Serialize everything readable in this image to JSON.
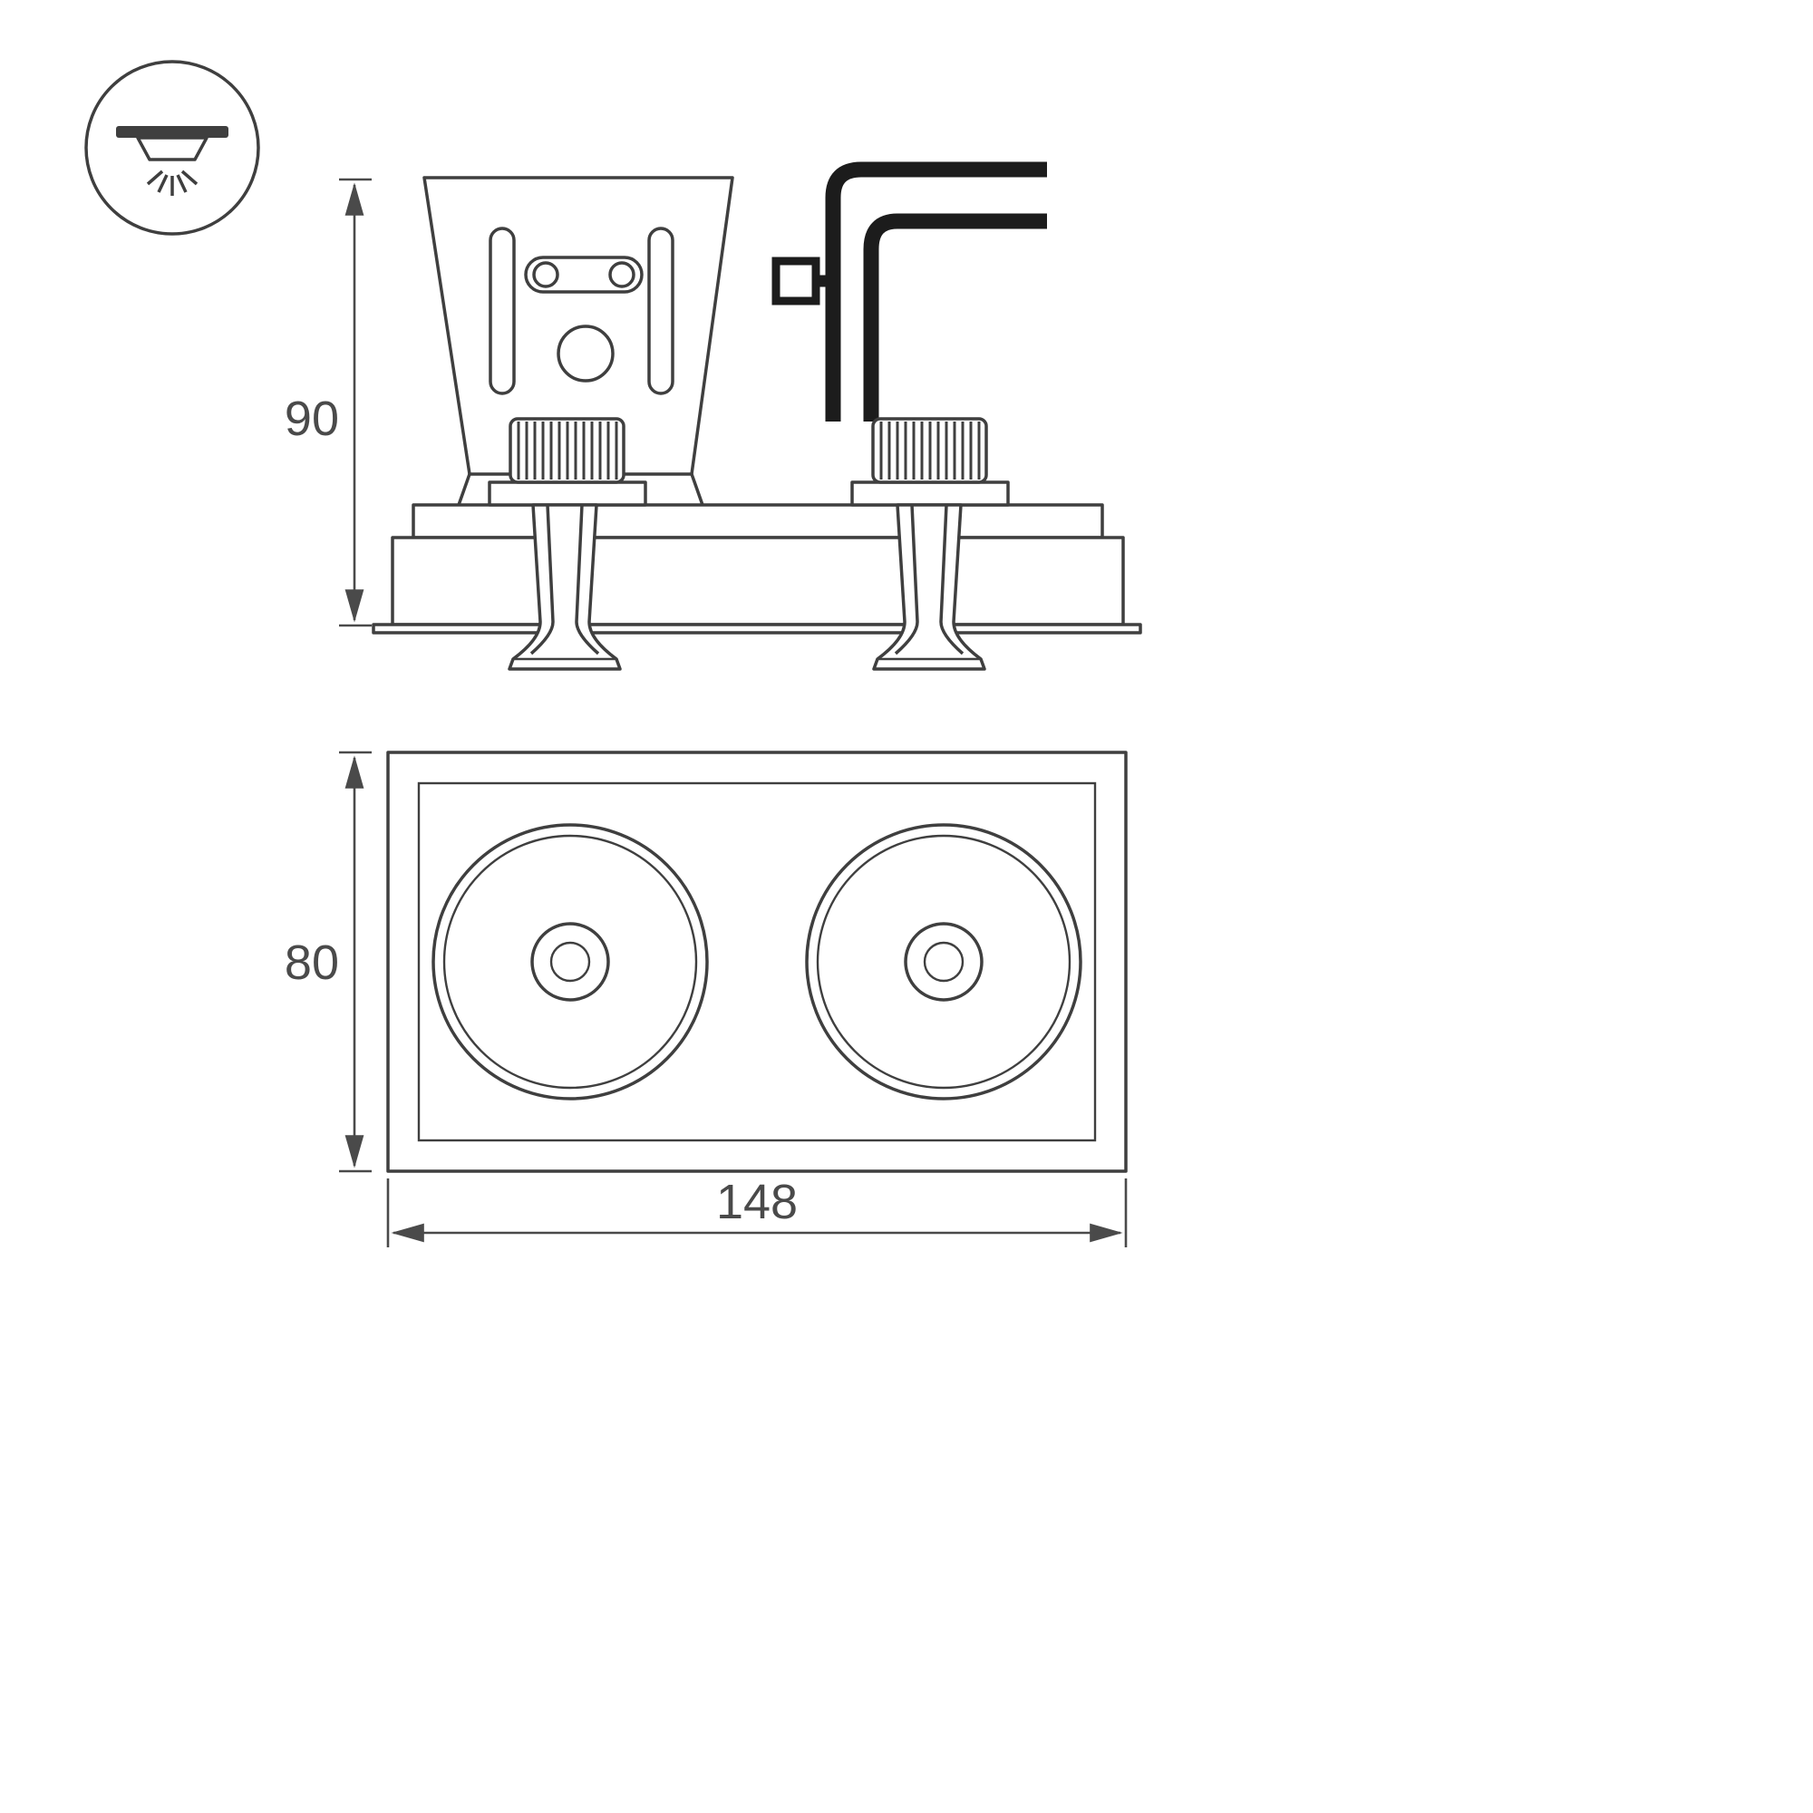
{
  "dimensions": {
    "side_height": "90",
    "front_height": "80",
    "front_width": "148"
  },
  "colors": {
    "line": "#3f3f3f",
    "cable": "#1c1c1c",
    "dimension_text": "#4a4a4a",
    "background": "#ffffff"
  },
  "icons": {
    "badge": "recessed-downlight-icon"
  }
}
